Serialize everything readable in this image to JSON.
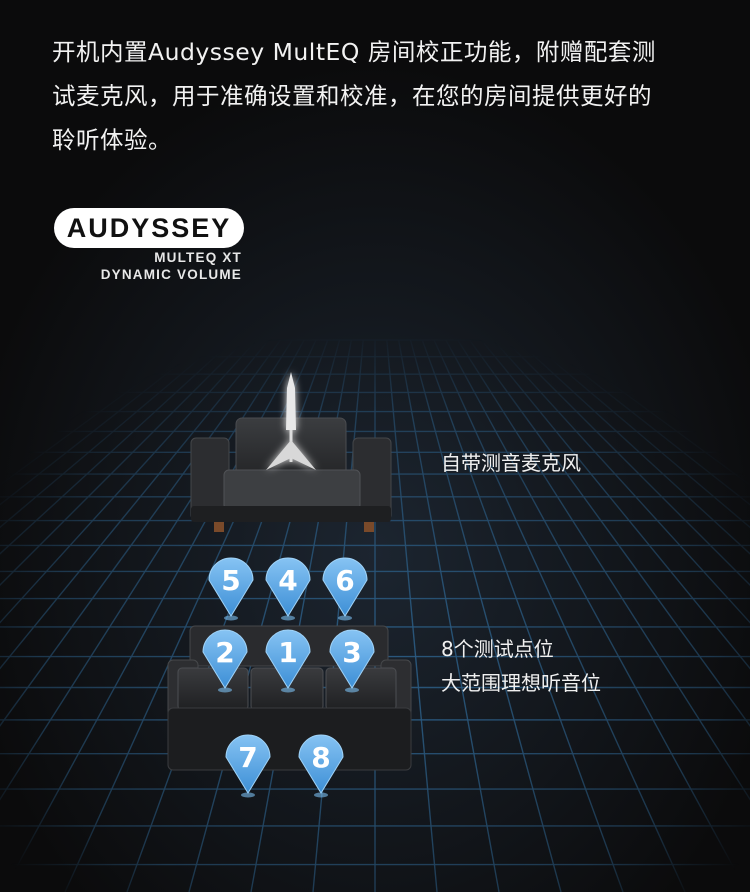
{
  "headline": {
    "line1": "开机内置Audyssey MultEQ 房间校正功能，附赠配套测",
    "line2": "试麦克风，用于准确设置和校准，在您的房间提供更好的",
    "line3": "聆听体验。"
  },
  "logo": {
    "wordmark": "AUDYSSEY",
    "line1": "MULTEQ XT",
    "line2": "DYNAMIC VOLUME"
  },
  "mic_caption": "自带测音麦克风",
  "points_caption": {
    "line1": "8个测试点位",
    "line2": "大范围理想听音位"
  },
  "points": [
    "5",
    "4",
    "6",
    "2",
    "1",
    "3",
    "7",
    "8"
  ],
  "colors": {
    "grid_line": "#2c5f88",
    "pin_fill": "#5aa8e8",
    "background": "#0b0b0c"
  }
}
